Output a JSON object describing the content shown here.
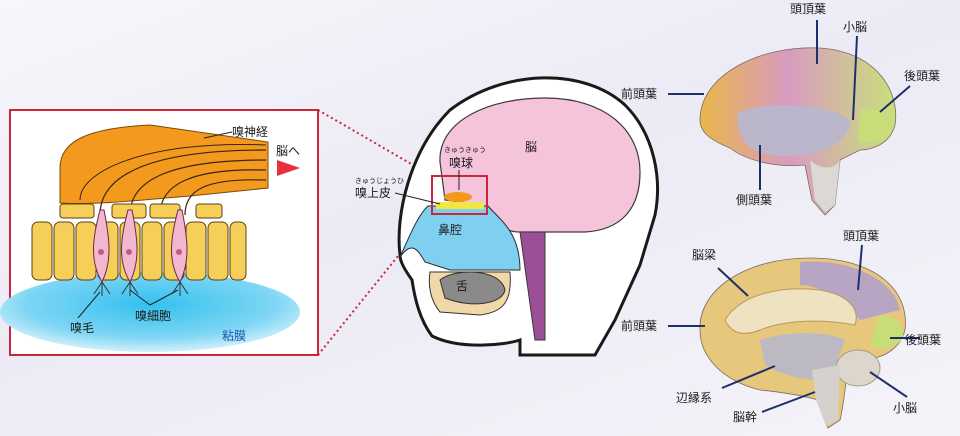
{
  "inset": {
    "olfactory_nerve": "嗅神経",
    "to_brain": "脳へ",
    "olfactory_hair": "嗅毛",
    "olfactory_cell": "嗅細胞",
    "mucosa": "粘膜"
  },
  "head": {
    "brain": "脳",
    "bulb_ruby": "きゅうきゅう",
    "bulb": "嗅球",
    "epithelium_ruby": "きゅうじょうひ",
    "epithelium": "嗅上皮",
    "nasal_cavity": "鼻腔",
    "tongue": "舌"
  },
  "brain_lateral": {
    "parietal": "頭頂葉",
    "cerebellum": "小脳",
    "frontal": "前頭葉",
    "occipital": "後頭葉",
    "temporal": "側頭葉"
  },
  "brain_medial": {
    "parietal": "頭頂葉",
    "corpus_callosum": "脳梁",
    "frontal": "前頭葉",
    "occipital": "後頭葉",
    "limbic": "辺縁系",
    "brainstem": "脳幹",
    "cerebellum": "小脳"
  },
  "colors": {
    "frame": "#c8283c",
    "nerve": "#f39a1e",
    "cell_yellow": "#f6cf5a",
    "cell_pink": "#f2b8d0",
    "mucosa_blue": "#3cc3ee",
    "brain_pink": "#f5c3da",
    "nasal_blue": "#7fd0f0",
    "pointer": "#1f2f6b",
    "arrow_red": "#e8313a"
  }
}
